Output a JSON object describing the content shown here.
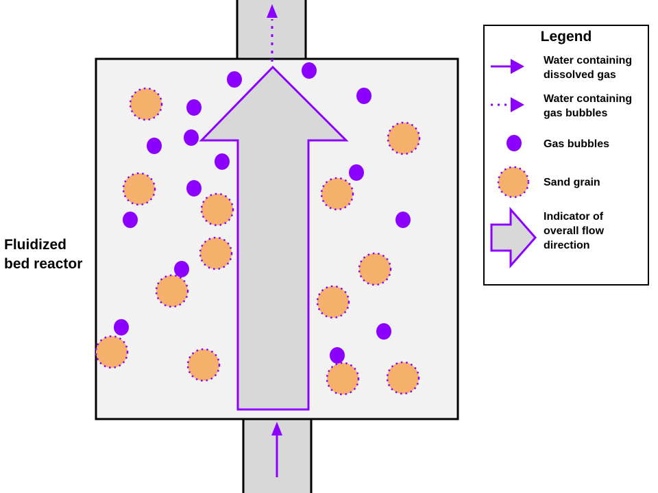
{
  "reactor_label": "Fluidized\nbed reactor",
  "legend": {
    "title": "Legend",
    "items": [
      {
        "label": "Water containing\ndissolved gas",
        "icon": "solid-arrow-icon"
      },
      {
        "label": "Water containing\ngas bubbles",
        "icon": "dotted-arrow-icon"
      },
      {
        "label": "Gas bubbles",
        "icon": "gas-bubble-icon"
      },
      {
        "label": "Sand grain",
        "icon": "sand-grain-icon"
      },
      {
        "label": "Indicator of\noverall flow\ndirection",
        "icon": "block-arrow-icon"
      }
    ]
  },
  "colors": {
    "purple": "#8b00ff",
    "sand_fill": "#f5b16b",
    "reactor_fill": "#f2f2f2",
    "arrow_fill": "#d8d8d8"
  }
}
